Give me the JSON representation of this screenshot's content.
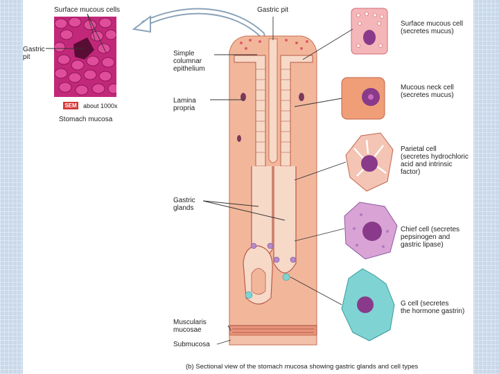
{
  "labels": {
    "surface_mucous_cells": "Surface mucous cells",
    "gastric_pit_photo": "Gastric\npit",
    "sem_tag": "SEM",
    "magnification": "about 1000x",
    "photo_caption": "Stomach mucosa",
    "gastric_pit": "Gastric pit",
    "simple_columnar": "Simple\ncolumnar\nepithelium",
    "lamina_propria": "Lamina\npropria",
    "gastric_glands": "Gastric\nglands",
    "muscularis_mucosae": "Muscularis\nmucosae",
    "submucosa": "Submucosa",
    "surface_mucous_cell": "Surface mucous cell\n(secretes mucus)",
    "mucous_neck_cell": "Mucous neck cell\n(secretes mucus)",
    "parietal_cell": "Parietal cell\n(secretes hydrochloric\nacid and intrinsic factor)",
    "chief_cell": "Chief cell (secretes\npepsinogen and\ngastric lipase)",
    "g_cell": "G cell (secretes\nthe hormone gastrin)",
    "caption": "(b) Sectional view of the stomach mucosa showing gastric glands and cell types"
  },
  "colors": {
    "tissue": "#f2b79b",
    "tissue_dark": "#e8937a",
    "epithelium": "#f7d9c8",
    "sem_magenta": "#c2287a",
    "surface_cell": "#f4b6b8",
    "neck_cell": "#ef9e78",
    "parietal_cell": "#f4c4b4",
    "chief_cell": "#d9a3d6",
    "g_cell": "#7fd3d3",
    "nucleus": "#8a3a8a"
  }
}
